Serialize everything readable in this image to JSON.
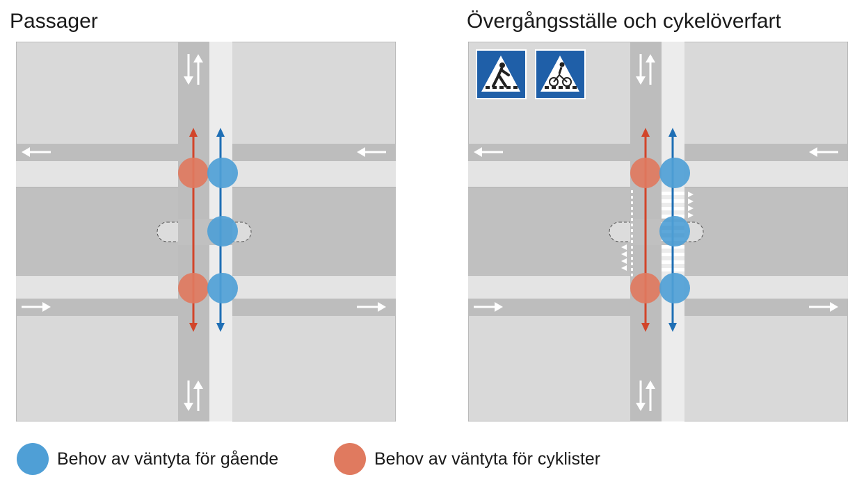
{
  "panels": {
    "left": {
      "title": "Passager",
      "crossing_type": "passage",
      "has_signs": false
    },
    "right": {
      "title": "Övergångsställe och cykelöverfart",
      "crossing_type": "zebra-with-cycle-crossing",
      "has_signs": true
    }
  },
  "signs": [
    {
      "icon": "pedestrian-crossing-sign-icon"
    },
    {
      "icon": "cycle-crossing-sign-icon"
    }
  ],
  "legend": [
    {
      "id": "ped",
      "label": "Behov av väntyta för gående",
      "color": "#4f9fd6"
    },
    {
      "id": "cyc",
      "label": "Behov av väntyta för cyklister",
      "color": "#e07a5f"
    }
  ],
  "colors": {
    "background": "#d9d9d9",
    "carriageway": "#c0c0c0",
    "cycle_lane": "#bdbdbd",
    "walkway": "#ececec",
    "pedestrian": "#4f9fd6",
    "pedestrian_arrow": "#1f6fb5",
    "cyclist": "#e07a5f",
    "cyclist_arrow": "#d2452a",
    "sign_blue": "#1f5fa8"
  }
}
